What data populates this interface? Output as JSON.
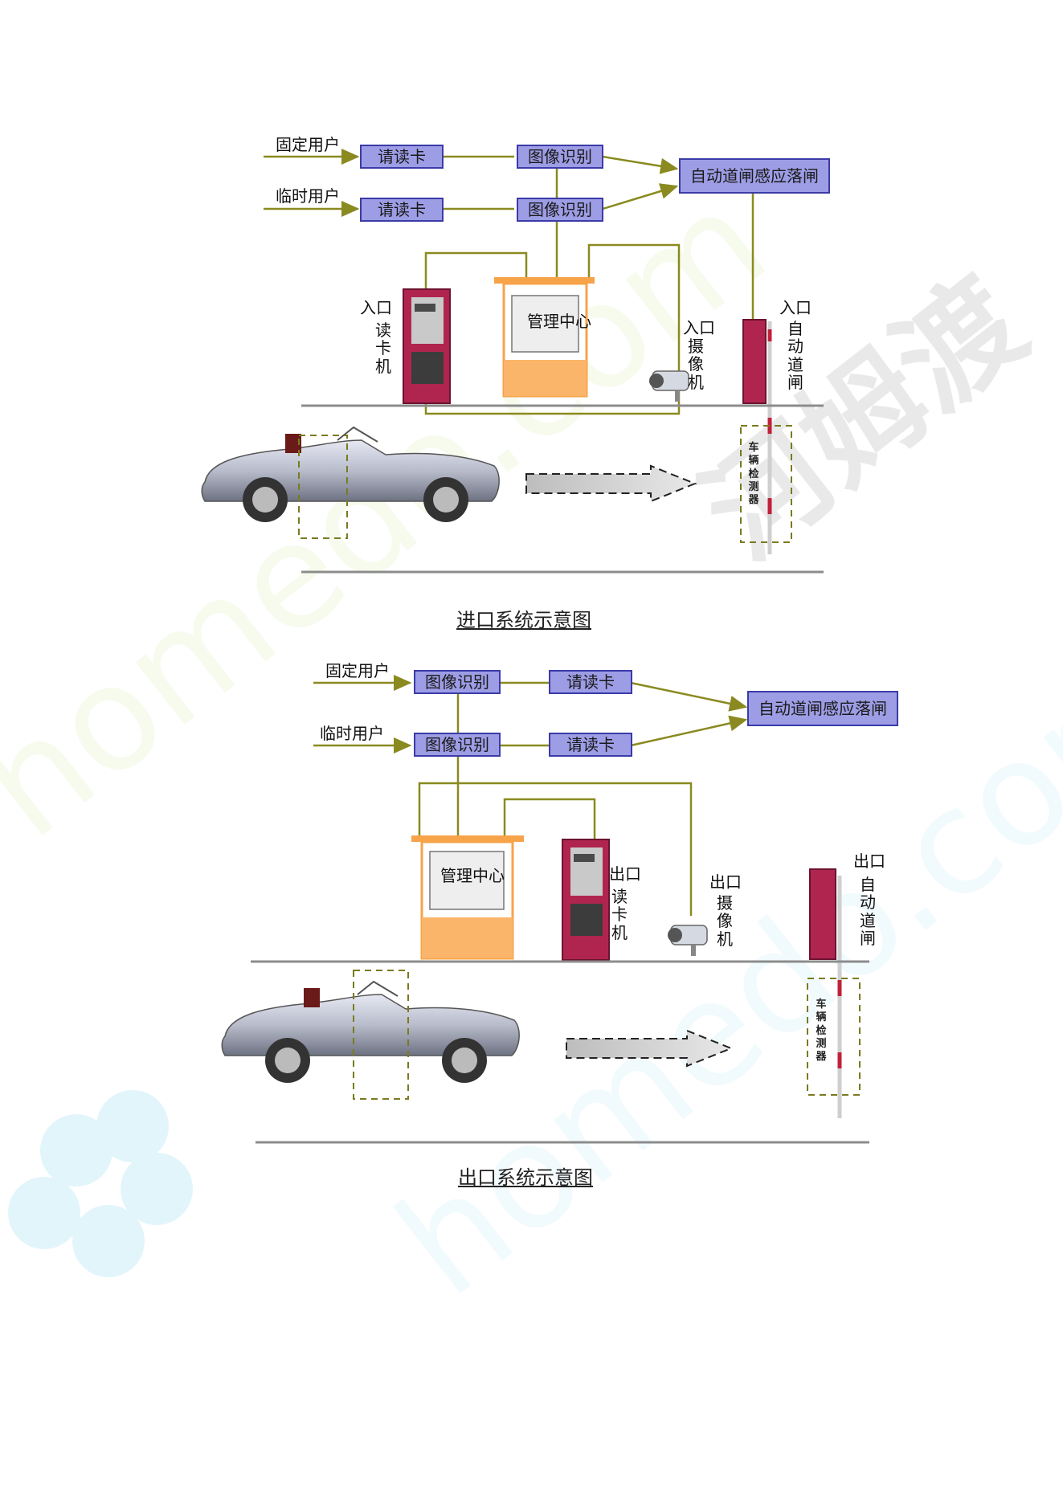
{
  "entry": {
    "fixed_user": "固定用户",
    "temp_user": "临时用户",
    "read_card_1": "请读卡",
    "read_card_2": "请读卡",
    "image_recog_1": "图像识别",
    "image_recog_2": "图像识别",
    "auto_gate": "自动道闸感应落闸",
    "mgmt_center": "管理中心",
    "entry_label": "入口",
    "card_reader_v": "读卡机",
    "camera_label": "入口",
    "camera_v": "摄像机",
    "gate_label": "入口",
    "gate_v": "自动道闸",
    "detector_v": "车辆检测器",
    "caption": "进口系统示意图"
  },
  "exit": {
    "fixed_user": "固定用户",
    "temp_user": "临时用户",
    "image_recog_1": "图像识别",
    "image_recog_2": "图像识别",
    "read_card_1": "请读卡",
    "read_card_2": "请读卡",
    "auto_gate": "自动道闸感应落闸",
    "mgmt_center": "管理中心",
    "reader_label": "出口",
    "reader_v": "读卡机",
    "camera_label": "出口",
    "camera_v": "摄像机",
    "gate_label": "出口",
    "gate_v": "自动道闸",
    "detector_v": "车辆检测器",
    "caption": "出口系统示意图"
  },
  "watermark": {
    "text_1": "homedo.com",
    "text_2": "homedo.com",
    "text_3": "河姆渡"
  },
  "colors": {
    "box_fill": "#9d9de6",
    "box_border": "#3b3ba8",
    "wire": "#8a8a20",
    "reader_body": "#b0254f",
    "kiosk": "#f7a34a",
    "road": "#8c8c8c"
  }
}
